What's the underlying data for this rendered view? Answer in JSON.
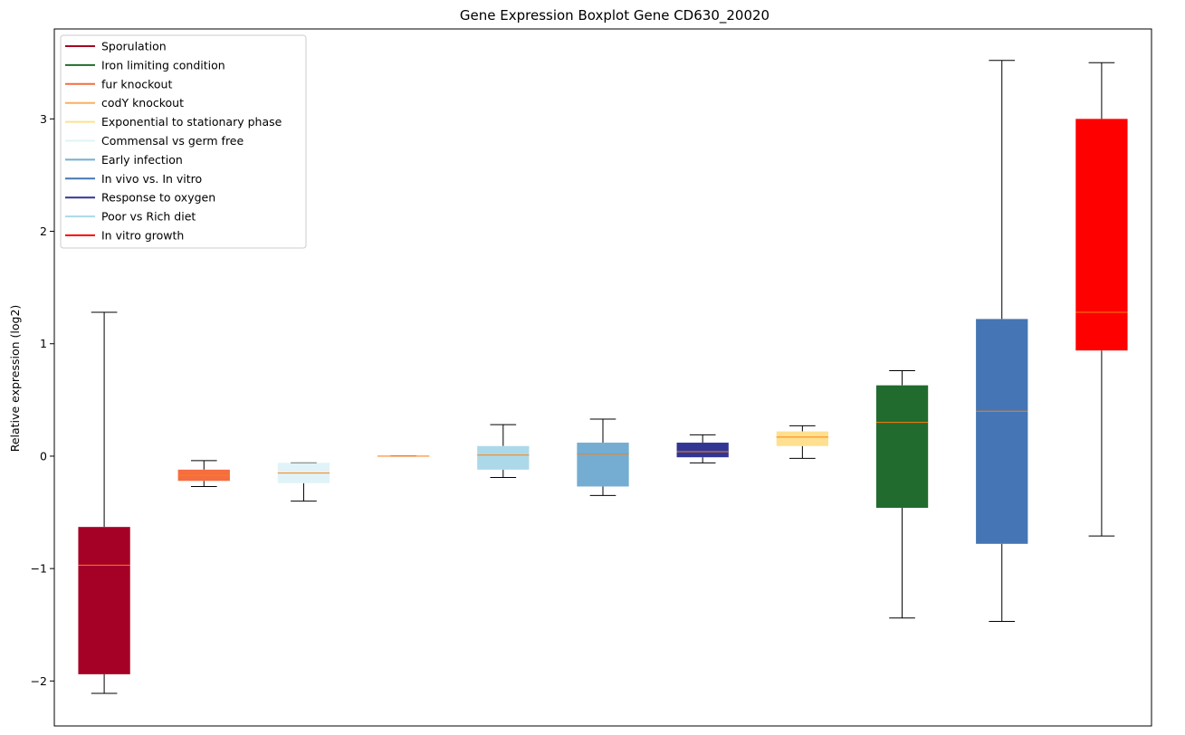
{
  "chart_data": {
    "type": "boxplot",
    "title": "Gene Expression Boxplot Gene CD630_20020",
    "xlabel": "",
    "ylabel": "Relative expression (log2)",
    "ylim": [
      -2.4,
      3.8
    ],
    "yticks": [
      -2,
      -1,
      0,
      1,
      2,
      3
    ],
    "ytick_labels": [
      "−2",
      "−1",
      "0",
      "1",
      "2",
      "3"
    ],
    "legend_position": "top-left",
    "median_color": "#ff7f0e",
    "legend": [
      {
        "name": "Sporulation",
        "color": "#a50026"
      },
      {
        "name": "Iron limiting condition",
        "color": "#226b2f"
      },
      {
        "name": "fur knockout",
        "color": "#f46d43"
      },
      {
        "name": "codY knockout",
        "color": "#fdae61"
      },
      {
        "name": "Exponential to stationary phase",
        "color": "#fee090"
      },
      {
        "name": "Commensal vs germ free",
        "color": "#e0f3f8"
      },
      {
        "name": "Early infection",
        "color": "#74add1"
      },
      {
        "name": "In vivo vs. In vitro",
        "color": "#4575b4"
      },
      {
        "name": "Response to oxygen",
        "color": "#313695"
      },
      {
        "name": "Poor vs Rich diet",
        "color": "#abd9e9"
      },
      {
        "name": "In vitro growth",
        "color": "#ff0000"
      }
    ],
    "boxes": [
      {
        "group": "Sporulation",
        "color": "#a50026",
        "whisker_low": -2.11,
        "q1": -1.94,
        "median": -0.97,
        "q3": -0.63,
        "whisker_high": 1.28
      },
      {
        "group": "fur knockout",
        "color": "#f46d43",
        "whisker_low": -0.27,
        "q1": -0.22,
        "median": -0.17,
        "q3": -0.12,
        "whisker_high": -0.04
      },
      {
        "group": "Commensal vs germ free",
        "color": "#e0f3f8",
        "whisker_low": -0.4,
        "q1": -0.24,
        "median": -0.15,
        "q3": -0.06,
        "whisker_high": -0.06
      },
      {
        "group": "codY knockout",
        "color": "#fdae61",
        "whisker_low": 0.0,
        "q1": 0.0,
        "median": 0.0,
        "q3": 0.0,
        "whisker_high": 0.0
      },
      {
        "group": "Poor vs Rich diet",
        "color": "#abd9e9",
        "whisker_low": -0.19,
        "q1": -0.12,
        "median": 0.01,
        "q3": 0.09,
        "whisker_high": 0.28
      },
      {
        "group": "Early infection",
        "color": "#74add1",
        "whisker_low": -0.35,
        "q1": -0.27,
        "median": 0.02,
        "q3": 0.12,
        "whisker_high": 0.33
      },
      {
        "group": "Response to oxygen",
        "color": "#313695",
        "whisker_low": -0.06,
        "q1": -0.01,
        "median": 0.04,
        "q3": 0.12,
        "whisker_high": 0.19
      },
      {
        "group": "Exponential to stationary phase",
        "color": "#fee090",
        "whisker_low": -0.02,
        "q1": 0.09,
        "median": 0.17,
        "q3": 0.22,
        "whisker_high": 0.27
      },
      {
        "group": "Iron limiting condition",
        "color": "#226b2f",
        "whisker_low": -1.44,
        "q1": -0.46,
        "median": 0.3,
        "q3": 0.63,
        "whisker_high": 0.76
      },
      {
        "group": "In vivo vs. In vitro",
        "color": "#4575b4",
        "whisker_low": -1.47,
        "q1": -0.78,
        "median": 0.4,
        "q3": 1.22,
        "whisker_high": 3.52
      },
      {
        "group": "In vitro growth",
        "color": "#ff0000",
        "whisker_low": -0.71,
        "q1": 0.94,
        "median": 1.28,
        "q3": 3.0,
        "whisker_high": 3.5
      }
    ]
  }
}
